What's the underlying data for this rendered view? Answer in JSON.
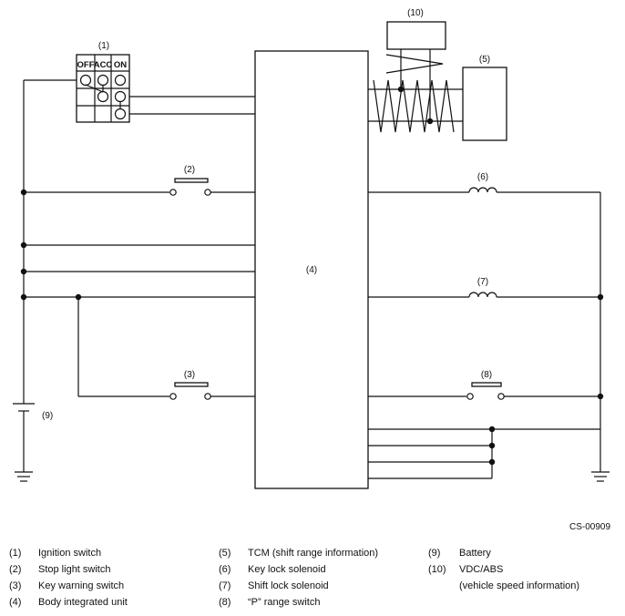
{
  "diagram": {
    "labels": {
      "ignition": "(1)",
      "stop_light": "(2)",
      "key_warning": "(3)",
      "body_unit": "(4)",
      "tcm": "(5)",
      "key_lock_solenoid": "(6)",
      "shift_lock_solenoid": "(7)",
      "p_range": "(8)",
      "battery": "(9)",
      "vdc_abs": "(10)"
    },
    "ignition_columns": [
      "OFF",
      "ACC",
      "ON"
    ],
    "code": "CS-00909"
  },
  "legend": [
    {
      "num": "(1)",
      "text": "Ignition switch"
    },
    {
      "num": "(2)",
      "text": "Stop light switch"
    },
    {
      "num": "(3)",
      "text": "Key warning switch"
    },
    {
      "num": "(4)",
      "text": "Body integrated unit"
    },
    {
      "num": "(5)",
      "text": "TCM (shift range information)"
    },
    {
      "num": "(6)",
      "text": "Key lock solenoid"
    },
    {
      "num": "(7)",
      "text": "Shift lock solenoid"
    },
    {
      "num": "(8)",
      "text": "“P” range switch"
    },
    {
      "num": "(9)",
      "text": "Battery"
    },
    {
      "num": "(10)",
      "text": "VDC/ABS"
    },
    {
      "num": "",
      "text": "(vehicle speed information)"
    }
  ]
}
